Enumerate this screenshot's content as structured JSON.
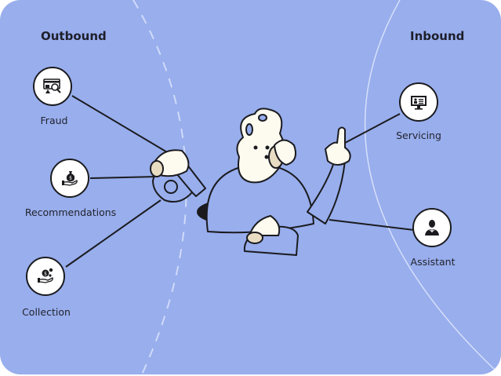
{
  "colors": {
    "background": "#98aeed",
    "line": "#1b1b1f",
    "node_fill": "#ffffff",
    "skin": "#fdfaf0",
    "accent_tan": "#e8dcc3"
  },
  "sections": {
    "outbound": {
      "title": "Outbound"
    },
    "inbound": {
      "title": "Inbound"
    }
  },
  "nodes": [
    {
      "id": "fraud",
      "label": "Fraud",
      "icon": "credit-card-fraud-icon",
      "side": "outbound"
    },
    {
      "id": "recommendations",
      "label": "Recommendations",
      "icon": "money-bag-hand-icon",
      "side": "outbound"
    },
    {
      "id": "collection",
      "label": "Collection",
      "icon": "coins-hand-icon",
      "side": "outbound"
    },
    {
      "id": "servicing",
      "label": "Servicing",
      "icon": "monitor-profile-icon",
      "side": "inbound"
    },
    {
      "id": "assistant",
      "label": "Assistant",
      "icon": "agent-person-icon",
      "side": "inbound"
    }
  ],
  "illustration": {
    "subject": "operator-with-phones"
  }
}
